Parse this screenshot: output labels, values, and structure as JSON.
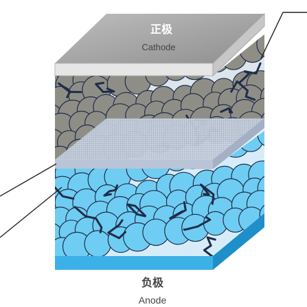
{
  "cathode": {
    "label_zh": "正极",
    "label_en": "Cathode",
    "color": "#9a9a9a"
  },
  "anode": {
    "label_zh": "负极",
    "label_en": "Anode",
    "color": "#3bb1e8"
  },
  "colors": {
    "cathode_particle": "#8f8e86",
    "anode_particle": "#6fcdf3",
    "conductive_fiber": "#1f2d4a",
    "separator": "#c9d2df"
  }
}
